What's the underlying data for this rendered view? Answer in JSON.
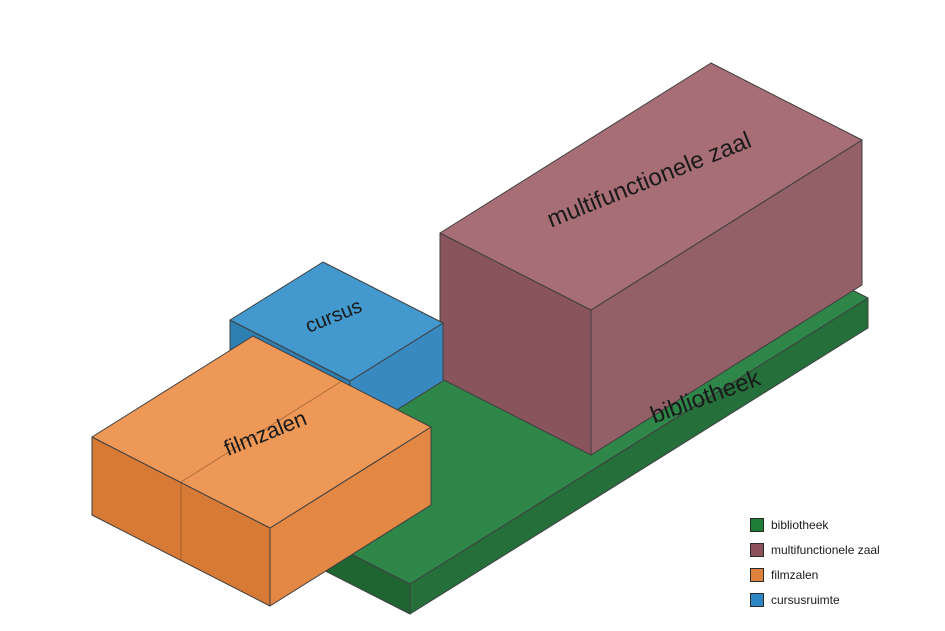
{
  "diagram": {
    "buildings": {
      "bibliotheek": {
        "label": "bibliotheek",
        "colors": {
          "top": "#2e8648",
          "side_left": "#1e6532",
          "side_front": "#256f3a"
        }
      },
      "multifunctionele_zaal": {
        "label": "multifunctionele zaal",
        "colors": {
          "top": "#a76e76",
          "side_left": "#8a545c",
          "side_front": "#936068"
        }
      },
      "filmzalen": {
        "label": "filmzalen",
        "colors": {
          "top": "#ee9858",
          "side_left": "#d77a36",
          "side_front": "#e28844"
        }
      },
      "cursusruimte": {
        "label": "cursus",
        "colors": {
          "top": "#4398cd",
          "side_left": "#2e7fb2",
          "side_front": "#3789bf"
        }
      }
    }
  },
  "legend": {
    "items": [
      {
        "label": "bibliotheek",
        "color": "#1e7d36"
      },
      {
        "label": "multifunctionele zaal",
        "color": "#8e525a"
      },
      {
        "label": "filmzalen",
        "color": "#df823e"
      },
      {
        "label": "cursusruimte",
        "color": "#2d86c4"
      }
    ]
  }
}
